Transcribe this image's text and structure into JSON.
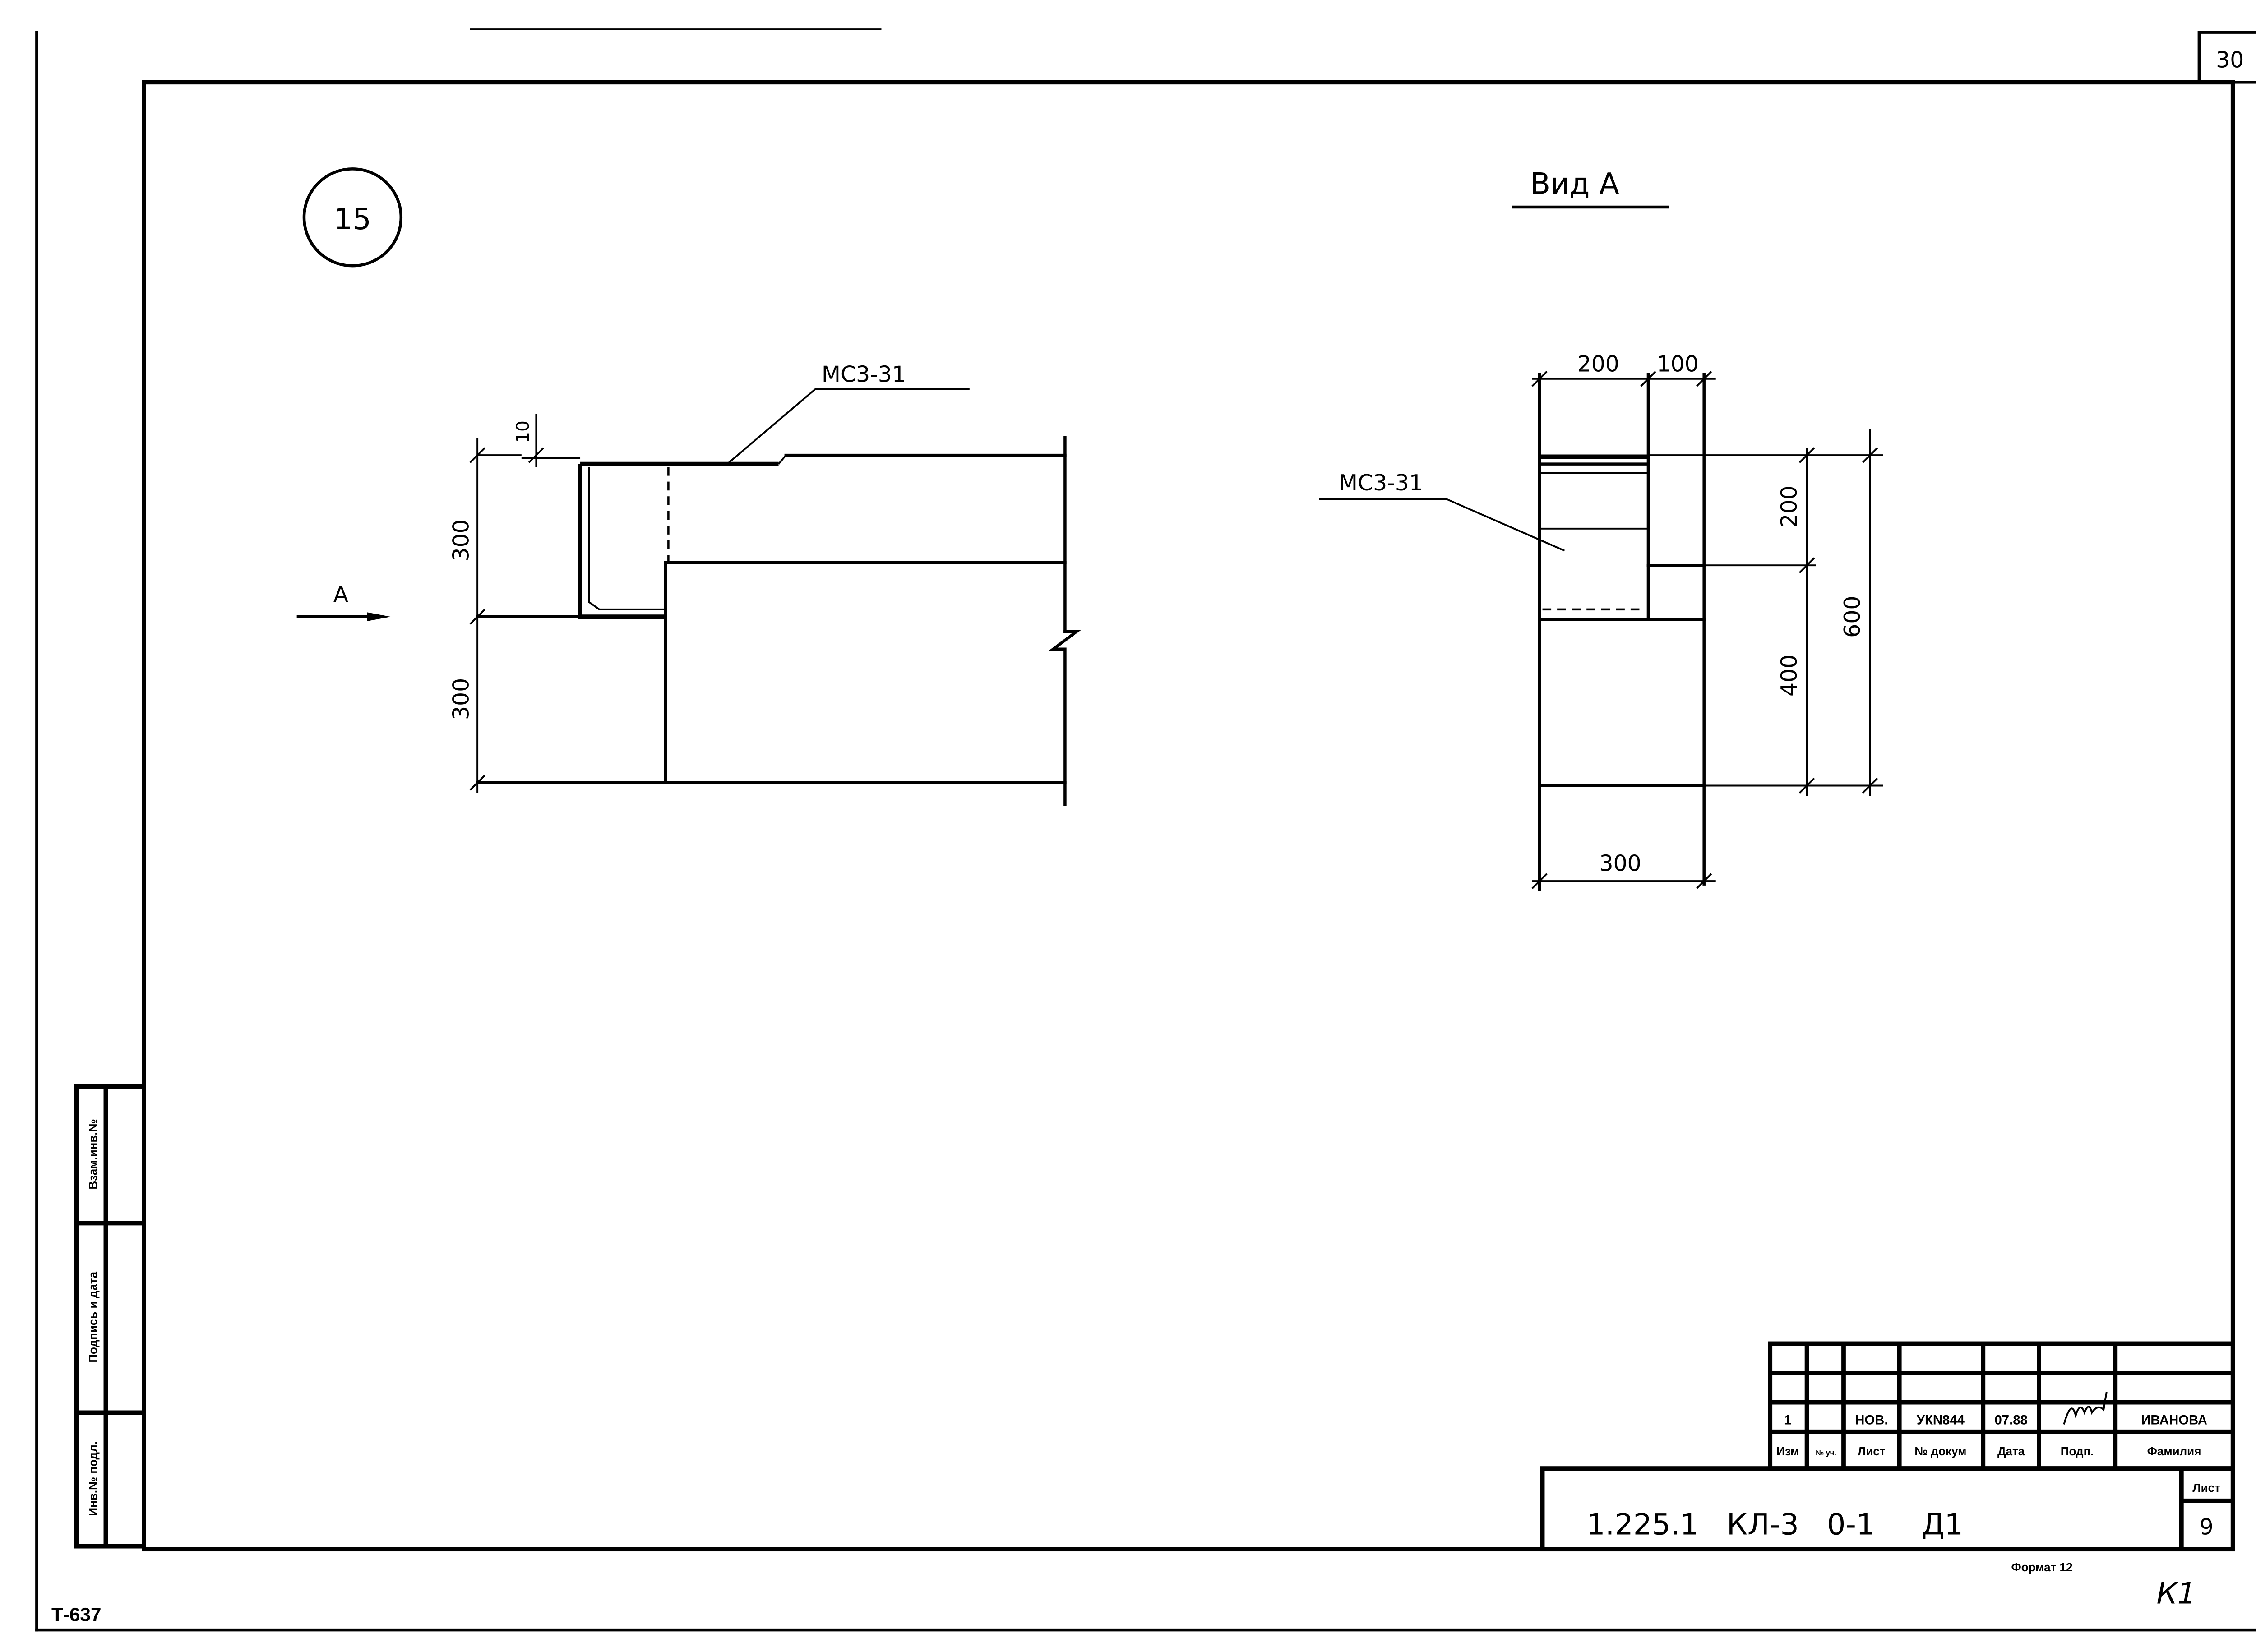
{
  "sheet_corner_number": "30",
  "detail_number": "15",
  "view_title": "Вид А",
  "view_arrow_label": "А",
  "section": {
    "part_label": "МС3-31",
    "dims": {
      "plate": "10",
      "upper": "300",
      "lower": "300"
    }
  },
  "view_a": {
    "part_label": "МС3-31",
    "dims": {
      "top_left": "200",
      "top_right": "100",
      "right_upper": "200",
      "right_lower": "400",
      "right_total": "600",
      "bottom": "300"
    }
  },
  "side_stamp": {
    "cells": [
      "Взам.инв.№",
      "Подпись и дата",
      "Инв.№ подл."
    ]
  },
  "title_block": {
    "revision_row": {
      "izm": "1",
      "uch": "",
      "list": "НОВ.",
      "doc": "УКN844",
      "date": "07.88",
      "signature": "signature",
      "surname": "ИВАНОВА"
    },
    "header_row": {
      "izm": "Изм",
      "uch": "№ уч.",
      "list": "Лист",
      "doc": "№ докум",
      "date": "Дата",
      "signature": "Подп.",
      "surname": "Фамилия"
    },
    "designation": "1.225.1   КЛ-3   0-1     Д1",
    "sheet_label": "Лист",
    "sheet_number": "9",
    "format": "Формат 12"
  },
  "bottom_left_code": "Т-637",
  "bottom_right_mark": "К1"
}
